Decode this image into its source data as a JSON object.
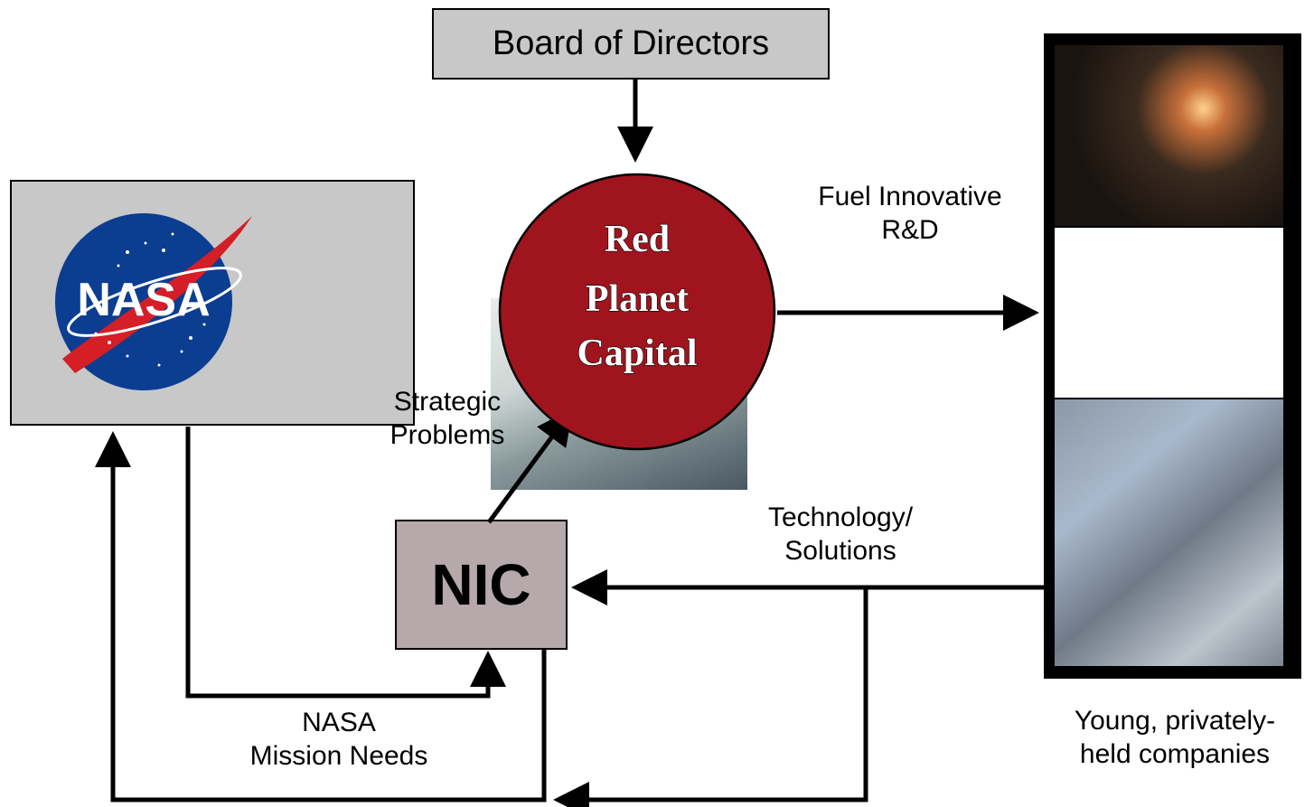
{
  "board": {
    "label": "Board of Directors"
  },
  "center": {
    "lines": [
      "Red",
      "Planet",
      "Capital"
    ]
  },
  "nic": {
    "label": "NIC"
  },
  "nasa": {
    "logo_text": "NASA"
  },
  "labels": {
    "fuel": [
      "Fuel Innovative",
      "R&D"
    ],
    "strategic": [
      "Strategic",
      "Problems"
    ],
    "technology": [
      "Technology/",
      "Solutions"
    ],
    "mission": [
      "NASA",
      "Mission Needs"
    ],
    "companies": [
      "Young, privately-",
      "held companies"
    ]
  },
  "colors": {
    "circle_fill": "#a0141e",
    "box_gray": "#c8c8c8",
    "nic_fill": "#b5a9ab",
    "nasa_blue": "#0b3d91",
    "nasa_red": "#d51e26"
  }
}
